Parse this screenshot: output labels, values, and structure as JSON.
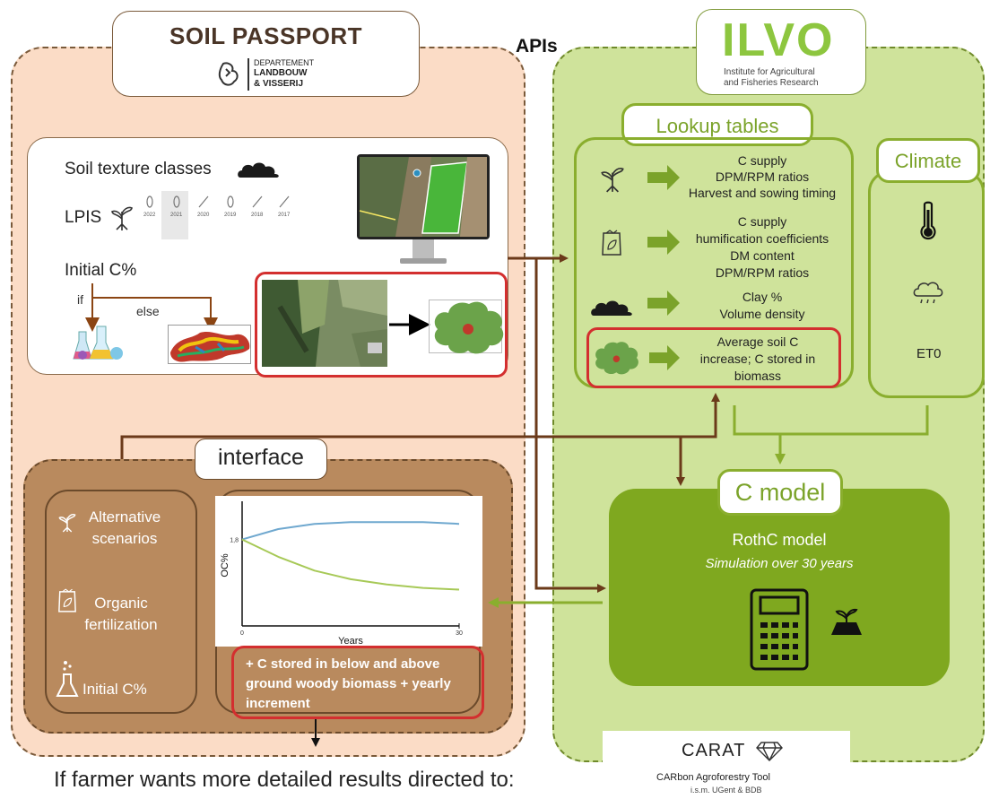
{
  "soil_passport": {
    "title": "SOIL PASSPORT",
    "department": [
      "DEPARTEMENT",
      "LANDBOUW",
      "& VISSERIJ"
    ],
    "items": {
      "texture": "Soil texture classes",
      "lpis": "LPIS",
      "initial_c": "Initial C%",
      "if_label": "if",
      "else_label": "else"
    },
    "lpis_years": [
      "2022",
      "2021",
      "2020",
      "2019",
      "2018",
      "2017"
    ]
  },
  "apis_label": "APIs",
  "ilvo": {
    "logo": "ILVO",
    "subtitle_line1": "Institute for Agricultural",
    "subtitle_line2": "and Fisheries Research"
  },
  "lookup": {
    "title": "Lookup tables",
    "rows": [
      {
        "lines": [
          "C supply",
          "DPM/RPM ratios",
          "Harvest and sowing timing"
        ]
      },
      {
        "lines": [
          "C supply",
          "humification coefficients",
          "DM content",
          "DPM/RPM ratios"
        ]
      },
      {
        "lines": [
          "Clay %",
          "Volume density"
        ]
      },
      {
        "lines": [
          "Average soil C",
          "increase; C stored in",
          "biomass"
        ]
      }
    ]
  },
  "climate": {
    "title": "Climate",
    "eto": "ET0"
  },
  "interface": {
    "title": "interface",
    "items": [
      "Alternative scenarios",
      "Organic fertilization",
      "Initial C%"
    ],
    "note": "+ C stored in below and above ground woody biomass + yearly increment"
  },
  "chart_data": {
    "type": "line",
    "ylabel": "OC%",
    "xlabel": "Years",
    "xlim": [
      0,
      30
    ],
    "y_tick": "1,8",
    "x_ticks": [
      "0",
      "30"
    ],
    "series": [
      {
        "color": "#6fa8cf",
        "x": [
          0,
          5,
          10,
          15,
          20,
          25,
          30
        ],
        "y": [
          1.8,
          1.86,
          1.89,
          1.9,
          1.9,
          1.9,
          1.89
        ]
      },
      {
        "color": "#a7c957",
        "x": [
          0,
          5,
          10,
          15,
          20,
          25,
          30
        ],
        "y": [
          1.8,
          1.7,
          1.62,
          1.57,
          1.54,
          1.52,
          1.51
        ]
      }
    ]
  },
  "cmodel": {
    "title": "C model",
    "name": "RothC model",
    "subtitle": "Simulation over 30 years"
  },
  "carat": {
    "title": "CARAT",
    "subtitle": "CARbon Agroforestry Tool",
    "credit": "i.s.m. UGent & BDB"
  },
  "footer": "If farmer wants more detailed results directed to:"
}
